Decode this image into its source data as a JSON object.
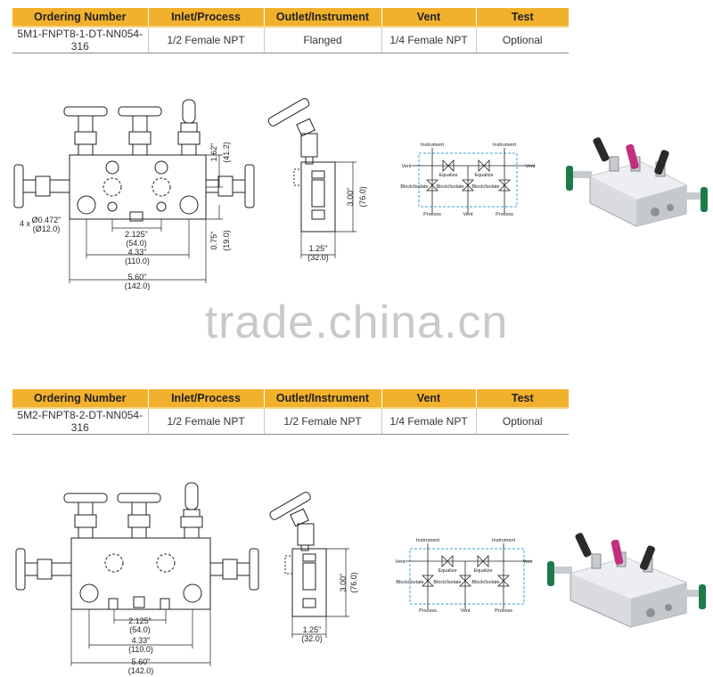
{
  "table_headers": [
    "Ordering Number",
    "Inlet/Process",
    "Outlet/Instrument",
    "Vent",
    "Test"
  ],
  "table1": {
    "ordering_number": "5M1-FNPT8-1-DT-NN054-316",
    "inlet": "1/2 Female NPT",
    "outlet": "Flanged",
    "vent": "1/4 Female NPT",
    "test": "Optional"
  },
  "table2": {
    "ordering_number": "5M2-FNPT8-2-DT-NN054-316",
    "inlet": "1/2 Female NPT",
    "outlet": "1/2 Female NPT",
    "vent": "1/4 Female NPT",
    "test": "Optional"
  },
  "watermark": "trade.china.cn",
  "drawing1": {
    "hole_label": "4 x",
    "hole_dia_in": "Ø0.472\"",
    "hole_dia_mm": "(Ø12.0)",
    "dim_a_in": "2.125\"",
    "dim_a_mm": "(54.0)",
    "dim_b_in": "4.33\"",
    "dim_b_mm": "(110.0)",
    "dim_c_in": "5.60\"",
    "dim_c_mm": "(142.0)",
    "dim_v1_in": "1.62\"",
    "dim_v1_mm": "(41.2)",
    "dim_v2_in": "0.75\"",
    "dim_v2_mm": "(19.0)",
    "side_h_in": "3.00\"",
    "side_h_mm": "(76.0)",
    "side_w_in": "1.25\"",
    "side_w_mm": "(32.0)"
  },
  "drawing2": {
    "dim_a_in": "2.125\"",
    "dim_a_mm": "(54.0)",
    "dim_b_in": "4.33\"",
    "dim_b_mm": "(110.0)",
    "dim_c_in": "5.60\"",
    "dim_c_mm": "(142.0)",
    "side_h_in": "3.00\"",
    "side_h_mm": "(76.0)",
    "side_w_in": "1.25\"",
    "side_w_mm": "(32.0)"
  },
  "schematic": {
    "instrument": "Instrument",
    "vent": "Vent",
    "equalize": "Equalize",
    "block": "Block/Isolate",
    "process": "Process"
  },
  "colors": {
    "header": "#f2b12c",
    "handle_black": "#2a2a2a",
    "handle_magenta": "#c0307e",
    "handle_green": "#1f7a4a",
    "body_gray": "#d9dbdf"
  }
}
